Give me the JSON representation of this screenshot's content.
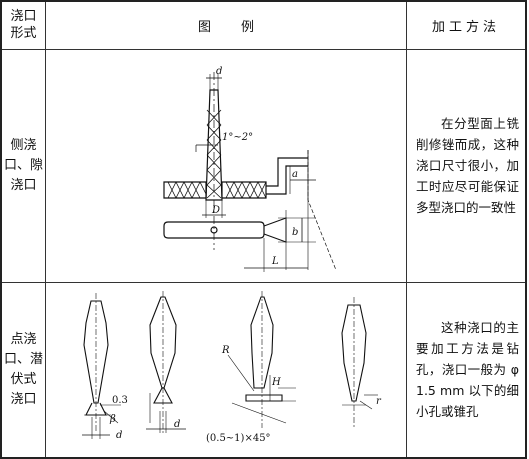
{
  "header": {
    "form_line1": "浇口",
    "form_line2": "形式",
    "illustration": "图例",
    "method": "加工方法"
  },
  "rows": [
    {
      "form_lines": [
        "侧浇",
        "口、隙",
        "浇口"
      ],
      "method": "在分型面上铣削修锉而成，这种浇口尺寸很小，加工时应尽可能保证多型浇口的一致性",
      "labels": {
        "d": "d",
        "angle": "1°~2°",
        "a": "a",
        "D": "D",
        "b": "b",
        "L": "L"
      }
    },
    {
      "form_lines": [
        "点浇",
        "口、潜",
        "伏式",
        "浇口"
      ],
      "method": "这种浇口的主要加工方法是钻孔，浇口一般为 φ 1.5 mm 以下的细小孔或锥孔",
      "labels": {
        "dim03": "0.3",
        "beta": "β",
        "d": "d",
        "R": "R",
        "H": "H",
        "r": "r",
        "chamfer": "(0.5~1)×45°"
      }
    }
  ]
}
